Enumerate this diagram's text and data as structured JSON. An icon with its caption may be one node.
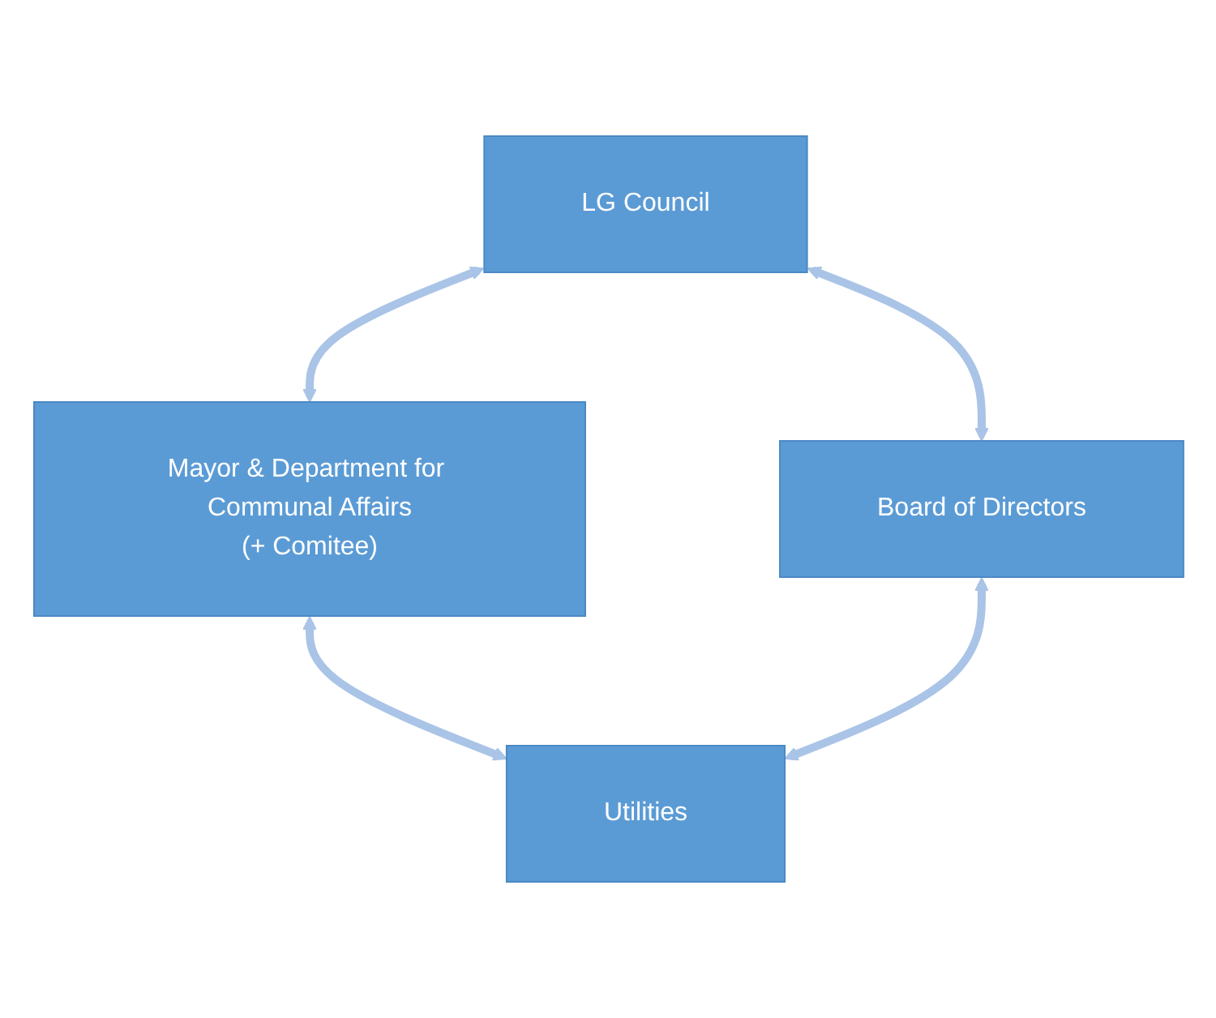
{
  "diagram": {
    "nodes": [
      {
        "text": [
          "LG Council"
        ]
      },
      {
        "text": [
          "Mayor & Department for Communal Affairs",
          "(+ Comitee)"
        ]
      },
      {
        "text": [
          "Board of Directors"
        ]
      },
      {
        "text": [
          "Utilities"
        ]
      }
    ],
    "edges": [
      {
        "from": 0,
        "to": 1,
        "arrow": "both"
      },
      {
        "from": 0,
        "to": 2,
        "arrow": "both"
      },
      {
        "from": 1,
        "to": 3,
        "arrow": "both"
      },
      {
        "from": 2,
        "to": 3,
        "arrow": "both"
      }
    ]
  }
}
